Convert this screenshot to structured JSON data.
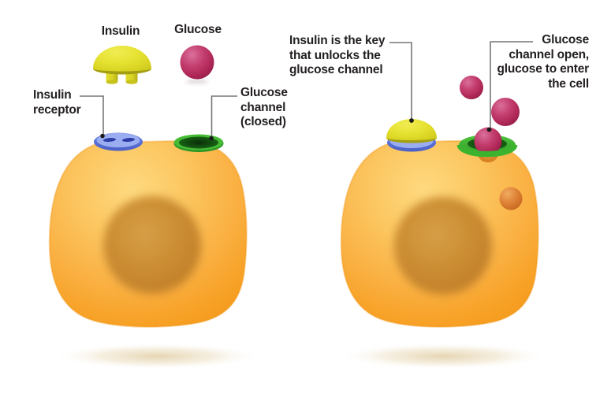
{
  "figure": {
    "labels": {
      "insulin": "Insulin",
      "glucose": "Glucose",
      "insulin_receptor": [
        "Insulin",
        "receptor"
      ],
      "glucose_channel_closed": [
        "Glucose",
        "channel",
        "(closed)"
      ],
      "insulin_key": [
        "Insulin is the key",
        "that unlocks the",
        "glucose channel"
      ],
      "glucose_channel_open": [
        "Glucose",
        "channel open,",
        "glucose to enter",
        "the cell"
      ]
    },
    "icons": {
      "insulin": "insulin-dome-icon",
      "glucose": "glucose-sphere-icon",
      "insulin_receptor": "insulin-receptor-icon",
      "glucose_channel_closed": "glucose-channel-closed-icon",
      "glucose_channel_open": "glucose-channel-open-icon",
      "nucleus": "cell-nucleus",
      "glucose_inside_cell": "glucose-inside-cell-icon"
    },
    "colors": {
      "background": "#ffffff",
      "cell_body_light": "#fed77f",
      "cell_body_dark": "#f59b1c",
      "nucleus": "#cc8e33",
      "glucose_sphere": "#b02858",
      "glucose_highlight": "#da6f9b",
      "glucose_inside_cell": "#d4772b",
      "insulin_yellow": "#e6e232",
      "insulin_shadow": "#a8a315",
      "receptor_blue": "#5b72d8",
      "receptor_blue_light": "#9badf1",
      "receptor_slot": "#2c3da5",
      "channel_green": "#3db535",
      "channel_hole": "#0c3309",
      "leader_line": "#777777",
      "leader_dot": "#1a1a1a",
      "label_text": "#231f20",
      "cell_shadow": "#d9c18c"
    }
  }
}
